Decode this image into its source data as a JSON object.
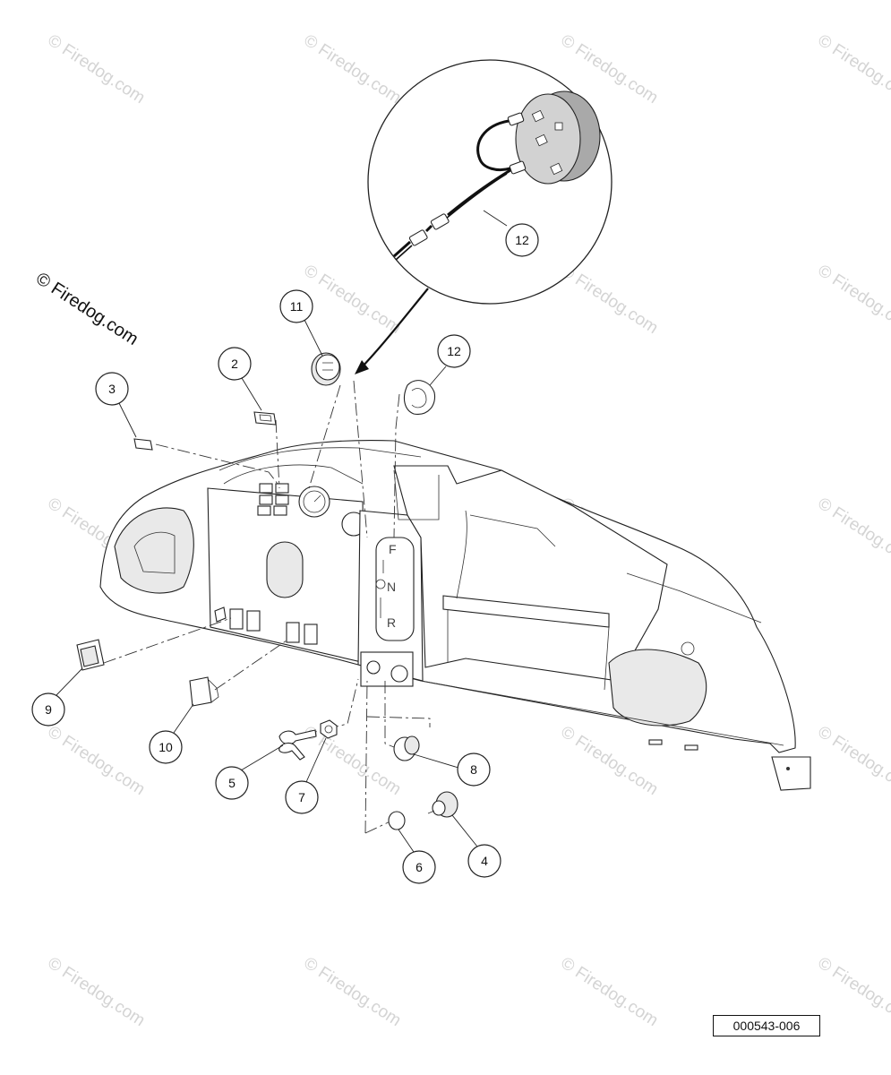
{
  "copyright": "© Firedog.com",
  "watermark_text": "© Firedog.com",
  "document_number": "000543-006",
  "callouts": [
    "11",
    "12",
    "2",
    "3",
    "12",
    "9",
    "10",
    "5",
    "7",
    "8",
    "6",
    "4"
  ],
  "shifter_labels": [
    "F",
    "N",
    "R"
  ]
}
